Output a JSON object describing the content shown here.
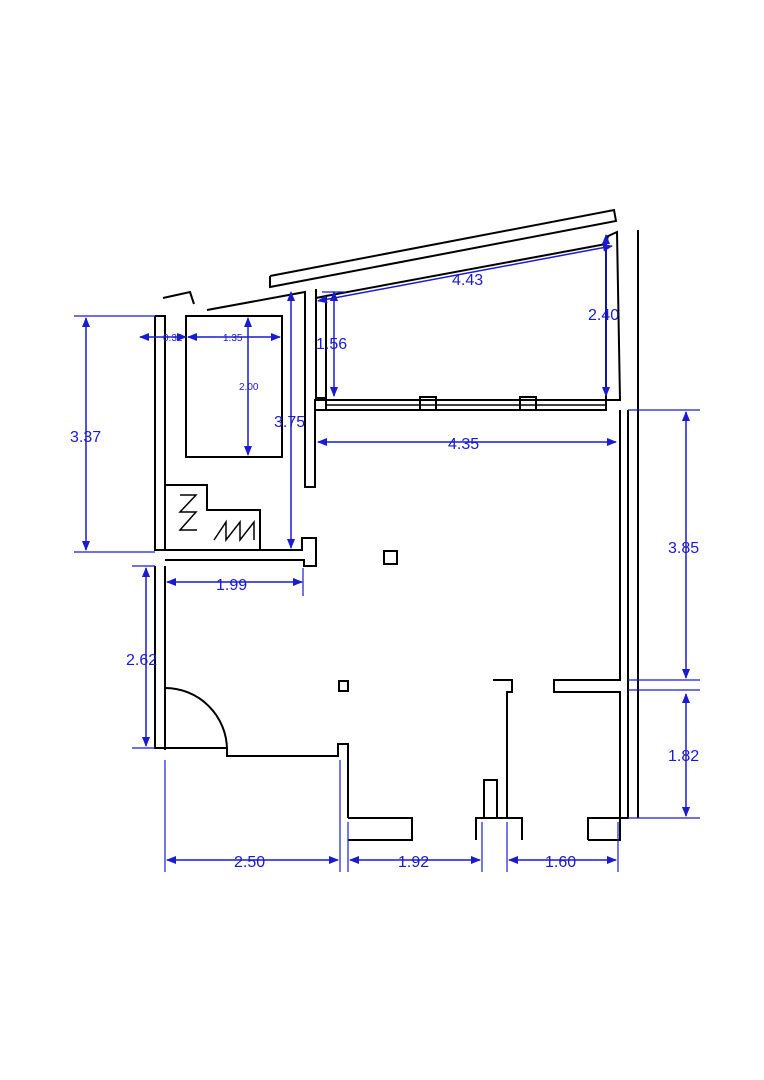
{
  "colors": {
    "dimension": "#1a1ad1",
    "wall": "#000000",
    "background": "#ffffff"
  },
  "dimensions": {
    "top_width": "4.43",
    "top_right_depth": "2.40",
    "balcony_depth": "1.56",
    "main_width": "4.35",
    "left_depth": "3.37",
    "wall_offset": "0.32",
    "bed_width": "1.35",
    "bed_length": "2.00",
    "corridor_length": "3.75",
    "room_right_depth": "3.85",
    "closet_width": "1.99",
    "entry_depth": "2.62",
    "lower_right_depth": "1.82",
    "bottom_left": "2.50",
    "bottom_mid": "1.92",
    "bottom_right": "1.60"
  }
}
